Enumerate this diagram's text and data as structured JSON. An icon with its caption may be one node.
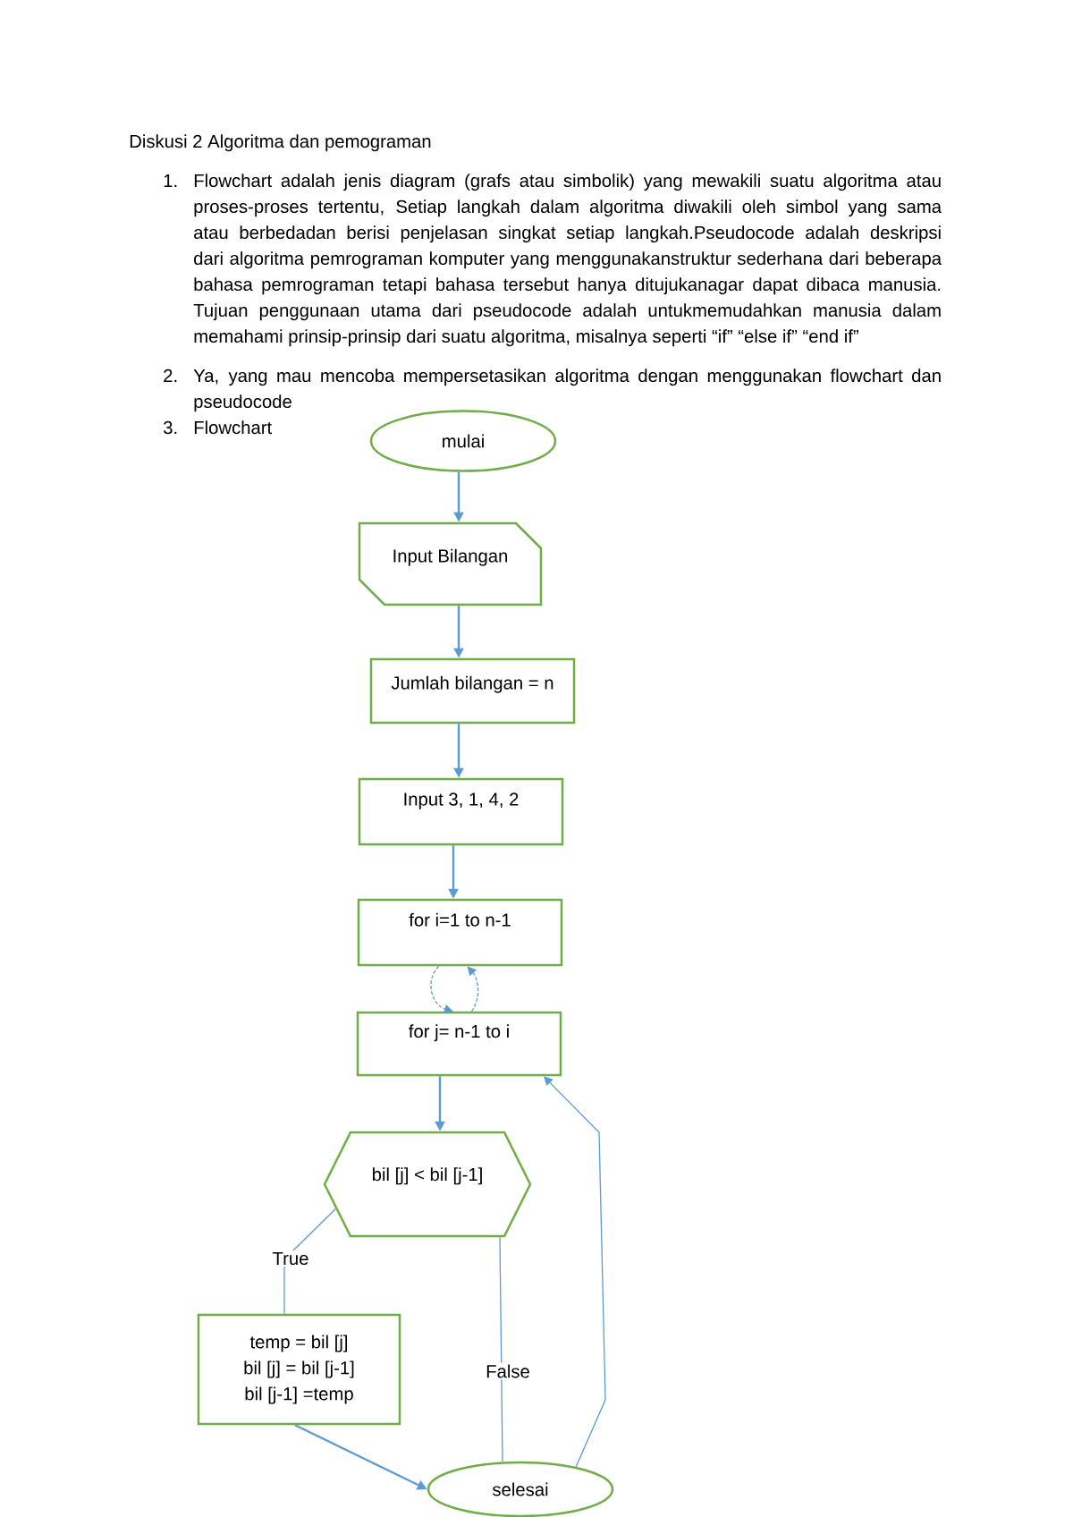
{
  "diagram": {
    "title": "Diskusi 2 Algoritma dan pemograman",
    "nodes": [
      {
        "text": [
          "mulai"
        ]
      },
      {
        "text": [
          "Input Bilangan"
        ]
      },
      {
        "text": [
          "Jumlah bilangan = n"
        ]
      },
      {
        "text": [
          "Input 3, 1, 4, 2"
        ]
      },
      {
        "text": [
          "for i=1 to n-1"
        ]
      },
      {
        "text": [
          "for j= n-1 to i"
        ]
      },
      {
        "text": [
          "bil [j] < bil [j-1]"
        ]
      },
      {
        "text": [
          "temp = bil [j]",
          "bil [j] = bil [j-1]",
          "bil [j-1] =temp"
        ]
      },
      {
        "text": [
          "selesai"
        ]
      }
    ],
    "edges": [
      {
        "from": 0,
        "to": 1,
        "arrow": "to"
      },
      {
        "from": 1,
        "to": 2,
        "arrow": "to"
      },
      {
        "from": 2,
        "to": 3,
        "arrow": "to"
      },
      {
        "from": 3,
        "to": 4,
        "arrow": "to"
      },
      {
        "from": 4,
        "to": 5,
        "arrow": "to",
        "style": "dashed"
      },
      {
        "from": 5,
        "to": 4,
        "arrow": "to",
        "style": "dashed"
      },
      {
        "from": 5,
        "to": 6,
        "arrow": "to"
      },
      {
        "from": 6,
        "to": 7,
        "arrow": "none",
        "label": "True"
      },
      {
        "from": 6,
        "to": 8,
        "arrow": "none",
        "label": "False"
      },
      {
        "from": 7,
        "to": 8,
        "arrow": "to"
      },
      {
        "from": 8,
        "to": 5,
        "arrow": "to"
      }
    ],
    "labels": [
      "1.",
      "Flowchart adalah jenis diagram (grafs atau simbolik) yang mewakili suatu algoritma atau proses-proses tertentu, Setiap langkah dalam algoritma diwakili oleh simbol yang sama atau berbedadan berisi penjelasan singkat setiap langkah.Pseudocode adalah deskripsi dari algoritma pemrograman komputer yang menggunakanstruktur sederhana dari beberapa bahasa pemrograman tetapi bahasa tersebut hanya ditujukanagar dapat dibaca manusia. Tujuan penggunaan utama dari pseudocode adalah untukmemudahkan manusia dalam memahami prinsip-prinsip dari suatu algoritma, misalnya seperti “if” “else if” “end if”",
      "2.",
      "Ya, yang mau mencoba mempersetasikan algoritma dengan menggunakan flowchart dan pseudocode",
      "3.",
      "Flowchart"
    ]
  }
}
